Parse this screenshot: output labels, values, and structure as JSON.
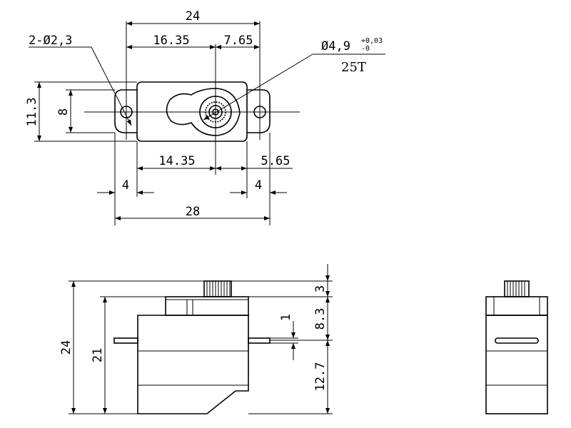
{
  "top_view": {
    "dim_24": "24",
    "dim_16_35": "16.35",
    "dim_7_65": "7.65",
    "hole_spec": "2-Ø2,3",
    "shaft_spec": "Ø4,9",
    "shaft_tol_upper": "+0,03",
    "shaft_tol_lower": "-0",
    "spline": "25T",
    "dim_11_3": "11.3",
    "dim_8": "8",
    "dim_14_35": "14.35",
    "dim_5_65": "5.65",
    "dim_4_left": "4",
    "dim_4_right": "4",
    "dim_28": "28"
  },
  "front_view": {
    "dim_24": "24",
    "dim_21": "21",
    "dim_3": "3",
    "dim_8_3": "8.3",
    "dim_1": "1",
    "dim_12_7": "12.7"
  }
}
